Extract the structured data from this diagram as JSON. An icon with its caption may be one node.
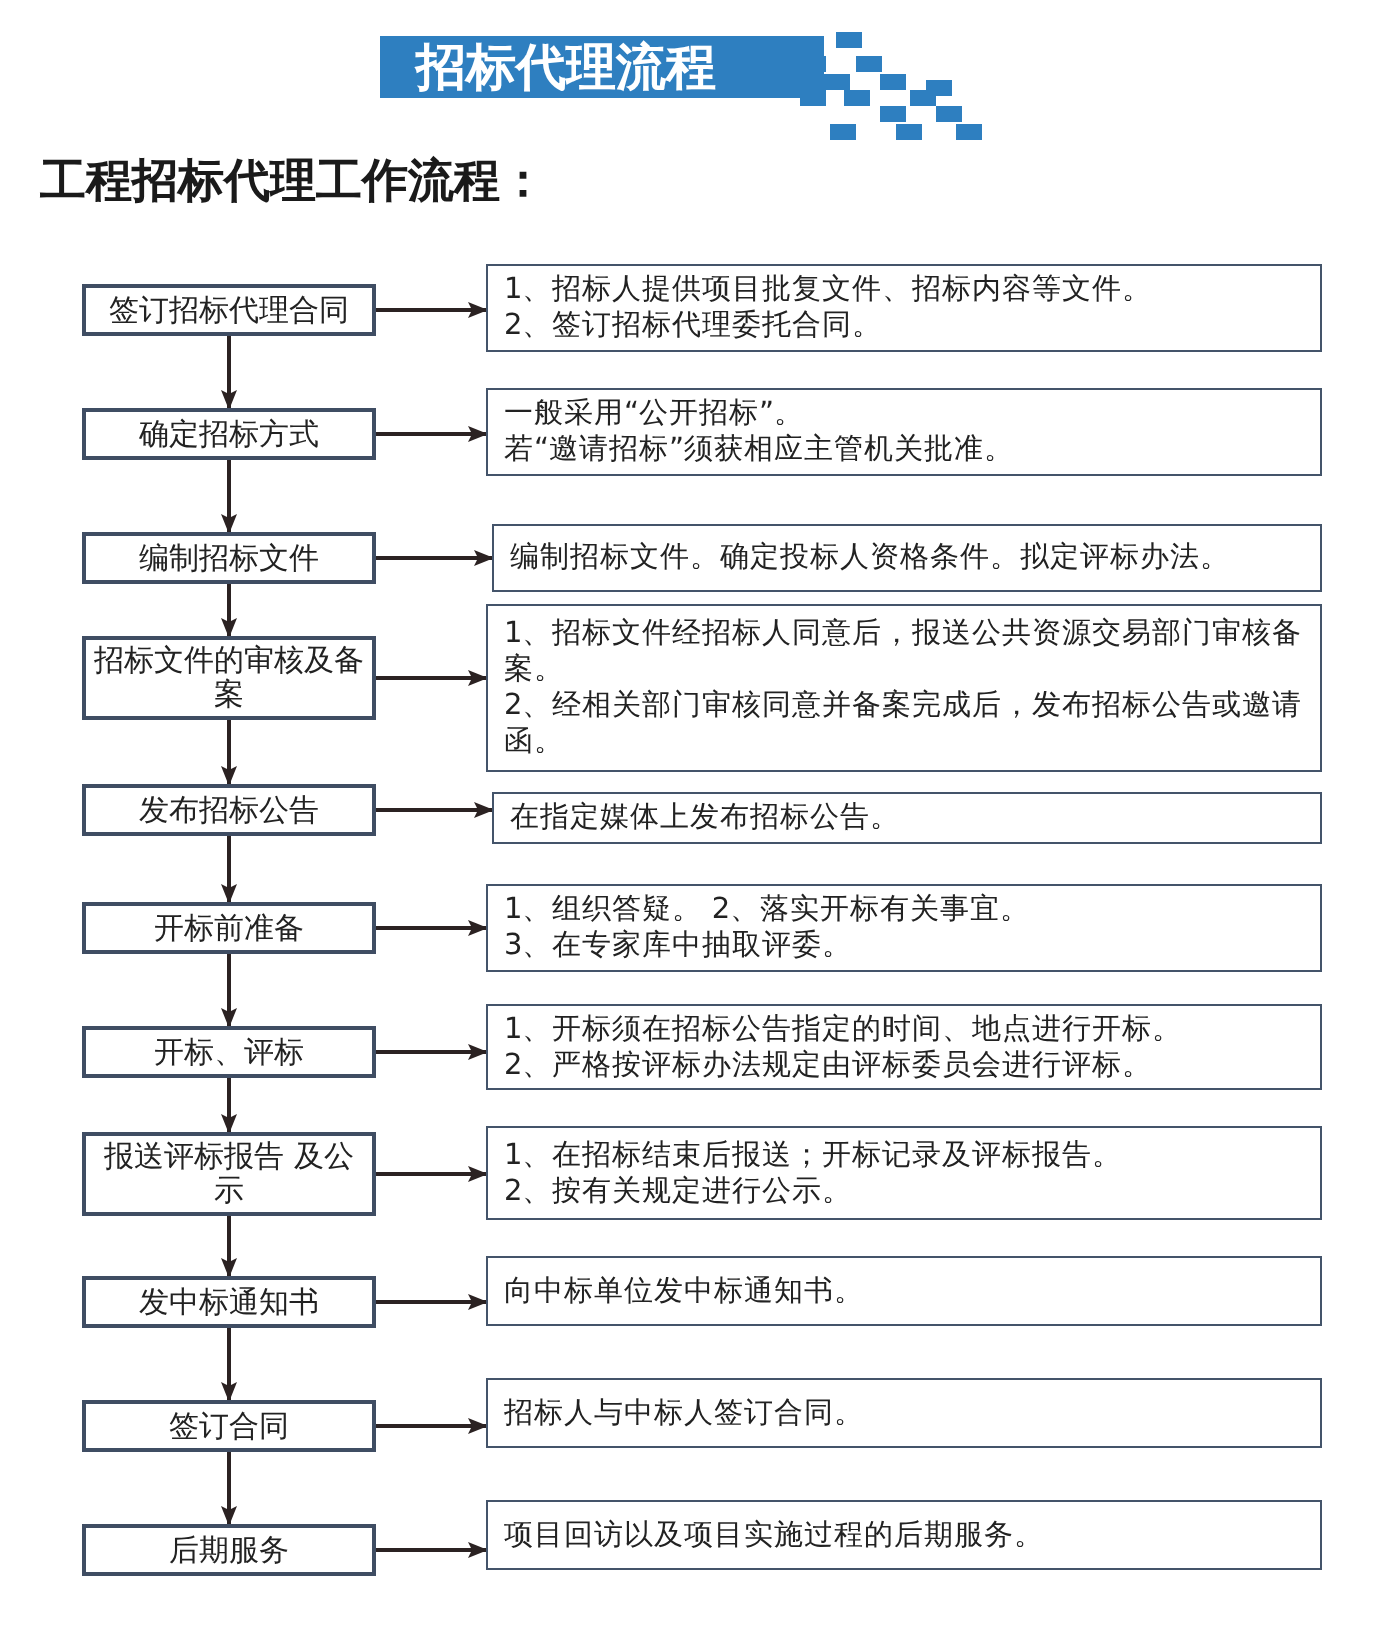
{
  "diagram": {
    "title": "招标代理流程",
    "nodes": [
      {
        "text": [
          "签订招标代理合同"
        ]
      },
      {
        "text": [
          "1、招标人提供项目批复文件、招标内容等文件。",
          "2、签订招标代理委托合同。"
        ]
      },
      {
        "text": [
          "确定招标方式"
        ]
      },
      {
        "text": [
          "一般采用“公开招标”。",
          "若“邀请招标”须获相应主管机关批准。"
        ]
      },
      {
        "text": [
          "编制招标文件"
        ]
      },
      {
        "text": [
          "编制招标文件。确定投标人资格条件。拟定评标办法。"
        ]
      },
      {
        "text": [
          "招标文件的审核及备案"
        ]
      },
      {
        "text": [
          "1、招标文件经招标人同意后，报送公共资源交易部门审核备案。",
          "2、经相关部门审核同意并备案完成后，发布招标公告或邀请函。"
        ]
      },
      {
        "text": [
          "发布招标公告"
        ]
      },
      {
        "text": [
          "在指定媒体上发布招标公告。"
        ]
      },
      {
        "text": [
          "开标前准备"
        ]
      },
      {
        "text": [
          "1、组织答疑。 2、落实开标有关事宜。",
          "3、在专家库中抽取评委。"
        ]
      },
      {
        "text": [
          "开标、评标"
        ]
      },
      {
        "text": [
          "1、开标须在招标公告指定的时间、地点进行开标。",
          "2、严格按评标办法规定由评标委员会进行评标。"
        ]
      },
      {
        "text": [
          "报送评标报告 及公示"
        ]
      },
      {
        "text": [
          "1、在招标结束后报送；开标记录及评标报告。",
          "2、按有关规定进行公示。"
        ]
      },
      {
        "text": [
          "发中标通知书"
        ]
      },
      {
        "text": [
          "向中标单位发中标通知书。"
        ]
      },
      {
        "text": [
          "签订合同"
        ]
      },
      {
        "text": [
          "招标人与中标人签订合同。"
        ]
      },
      {
        "text": [
          "后期服务"
        ]
      },
      {
        "text": [
          "项目回访以及项目实施过程的后期服务。"
        ]
      }
    ],
    "edges": [
      {
        "from": 0,
        "to": 1,
        "arrow": "to"
      },
      {
        "from": 0,
        "to": 2,
        "arrow": "to"
      },
      {
        "from": 2,
        "to": 3,
        "arrow": "to"
      },
      {
        "from": 2,
        "to": 4,
        "arrow": "to"
      },
      {
        "from": 4,
        "to": 5,
        "arrow": "to"
      },
      {
        "from": 4,
        "to": 6,
        "arrow": "to"
      },
      {
        "from": 6,
        "to": 7,
        "arrow": "to"
      },
      {
        "from": 6,
        "to": 8,
        "arrow": "to"
      },
      {
        "from": 8,
        "to": 9,
        "arrow": "to"
      },
      {
        "from": 8,
        "to": 10,
        "arrow": "to"
      },
      {
        "from": 10,
        "to": 11,
        "arrow": "to"
      },
      {
        "from": 10,
        "to": 12,
        "arrow": "to"
      },
      {
        "from": 12,
        "to": 13,
        "arrow": "to"
      },
      {
        "from": 12,
        "to": 14,
        "arrow": "to"
      },
      {
        "from": 14,
        "to": 15,
        "arrow": "to"
      },
      {
        "from": 14,
        "to": 16,
        "arrow": "to"
      },
      {
        "from": 16,
        "to": 17,
        "arrow": "to"
      },
      {
        "from": 16,
        "to": 18,
        "arrow": "to"
      },
      {
        "from": 18,
        "to": 19,
        "arrow": "to"
      },
      {
        "from": 18,
        "to": 20,
        "arrow": "to"
      },
      {
        "from": 20,
        "to": 21,
        "arrow": "to"
      }
    ],
    "labels": [
      "工程招标代理工作流程："
    ]
  }
}
